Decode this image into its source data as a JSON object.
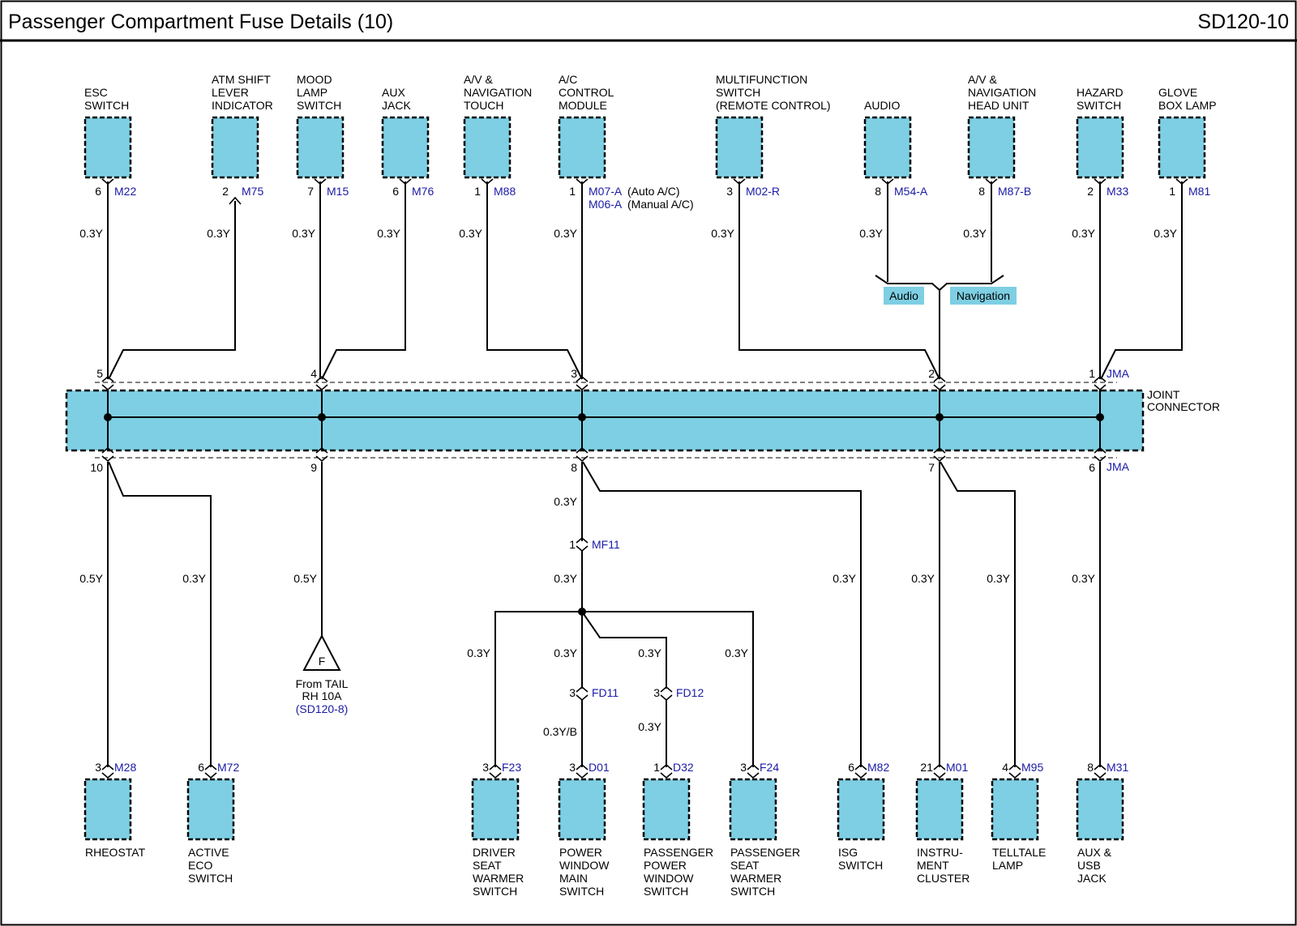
{
  "header": {
    "title": "Passenger Compartment Fuse Details (10)",
    "code": "SD120-10"
  },
  "colors": {
    "component_fill": "#7ecfe3",
    "ref_text": "#1a1aa6",
    "line": "#000000"
  },
  "joint_connector": {
    "label_line1": "JOINT",
    "label_line2": "CONNECTOR",
    "ref_top": "JMA",
    "ref_bottom": "JMA"
  },
  "top_components": [
    {
      "id": "esc",
      "name": [
        "ESC",
        "SWITCH"
      ],
      "pin": "6",
      "ref": "M22",
      "wire": "0.3Y"
    },
    {
      "id": "atm",
      "name": [
        "ATM SHIFT",
        "LEVER",
        "INDICATOR"
      ],
      "pin": "2",
      "ref": "M75",
      "wire": "0.3Y"
    },
    {
      "id": "mood",
      "name": [
        "MOOD",
        "LAMP",
        "SWITCH"
      ],
      "pin": "7",
      "ref": "M15",
      "wire": "0.3Y"
    },
    {
      "id": "aux",
      "name": [
        "AUX",
        "JACK"
      ],
      "pin": "6",
      "ref": "M76",
      "wire": "0.3Y"
    },
    {
      "id": "avtouch",
      "name": [
        "A/V &",
        "NAVIGATION",
        "TOUCH"
      ],
      "pin": "1",
      "ref": "M88",
      "wire": "0.3Y"
    },
    {
      "id": "ac",
      "name": [
        "A/C",
        "CONTROL",
        "MODULE"
      ],
      "pin": "1",
      "ref": "M07-A",
      "ref_note": "(Auto A/C)",
      "ref2": "M06-A",
      "ref2_note": "(Manual A/C)",
      "wire": "0.3Y"
    },
    {
      "id": "multi",
      "name": [
        "MULTIFUNCTION",
        "SWITCH",
        "(REMOTE CONTROL)"
      ],
      "pin": "3",
      "ref": "M02-R",
      "wire": "0.3Y"
    },
    {
      "id": "audio",
      "name": [
        "AUDIO"
      ],
      "pin": "8",
      "ref": "M54-A",
      "wire": "0.3Y"
    },
    {
      "id": "avhead",
      "name": [
        "A/V &",
        "NAVIGATION",
        "HEAD UNIT"
      ],
      "pin": "8",
      "ref": "M87-B",
      "wire": "0.3Y"
    },
    {
      "id": "hazard",
      "name": [
        "HAZARD",
        "SWITCH"
      ],
      "pin": "2",
      "ref": "M33",
      "wire": "0.3Y"
    },
    {
      "id": "glove",
      "name": [
        "GLOVE",
        "BOX LAMP"
      ],
      "pin": "1",
      "ref": "M81",
      "wire": "0.3Y"
    }
  ],
  "option_tags": {
    "audio": "Audio",
    "navigation": "Navigation"
  },
  "joint_pins_top": [
    "5",
    "4",
    "3",
    "2",
    "1"
  ],
  "joint_pins_bottom": [
    "10",
    "9",
    "8",
    "7",
    "6"
  ],
  "middle": {
    "pin8_wire_upper": "0.3Y",
    "mf11_pin": "1",
    "mf11_ref": "MF11",
    "pin8_wire_lower": "0.3Y",
    "pin10_wire_left": "0.5Y",
    "pin10_wire_right": "0.3Y",
    "pin9_wire": "0.5Y",
    "isg_wire": "0.3Y",
    "m01_wire": "0.3Y",
    "m95_wire": "0.3Y",
    "m31_wire": "0.3Y",
    "branch_wires": {
      "f23": "0.3Y",
      "fd11": "0.3Y",
      "fd12": "0.3Y",
      "f24": "0.3Y"
    },
    "fd11": {
      "pin": "3",
      "ref": "FD11",
      "wire_below": "0.3Y/B"
    },
    "fd12": {
      "pin": "3",
      "ref": "FD12",
      "wire_below": "0.3Y"
    },
    "tail": {
      "symbol": "F",
      "line1": "From TAIL",
      "line2": "RH 10A",
      "ref": "(SD120-8)"
    }
  },
  "bottom_components": [
    {
      "id": "rheostat",
      "name": [
        "RHEOSTAT"
      ],
      "pin": "3",
      "ref": "M28"
    },
    {
      "id": "eco",
      "name": [
        "ACTIVE",
        "ECO",
        "SWITCH"
      ],
      "pin": "6",
      "ref": "M72"
    },
    {
      "id": "driverseat",
      "name": [
        "DRIVER",
        "SEAT",
        "WARMER",
        "SWITCH"
      ],
      "pin": "3",
      "ref": "F23"
    },
    {
      "id": "pwmain",
      "name": [
        "POWER",
        "WINDOW",
        "MAIN",
        "SWITCH"
      ],
      "pin": "3",
      "ref": "D01"
    },
    {
      "id": "ppw",
      "name": [
        "PASSENGER",
        "POWER",
        "WINDOW",
        "SWITCH"
      ],
      "pin": "1",
      "ref": "D32"
    },
    {
      "id": "pseat",
      "name": [
        "PASSENGER",
        "SEAT",
        "WARMER",
        "SWITCH"
      ],
      "pin": "3",
      "ref": "F24"
    },
    {
      "id": "isg",
      "name": [
        "ISG",
        "SWITCH"
      ],
      "pin": "6",
      "ref": "M82"
    },
    {
      "id": "cluster",
      "name": [
        "INSTRU-",
        "MENT",
        "CLUSTER"
      ],
      "pin": "21",
      "ref": "M01"
    },
    {
      "id": "telltale",
      "name": [
        "TELLTALE",
        "LAMP"
      ],
      "pin": "4",
      "ref": "M95"
    },
    {
      "id": "auxusb",
      "name": [
        "AUX &",
        "USB",
        "JACK"
      ],
      "pin": "8",
      "ref": "M31"
    }
  ]
}
